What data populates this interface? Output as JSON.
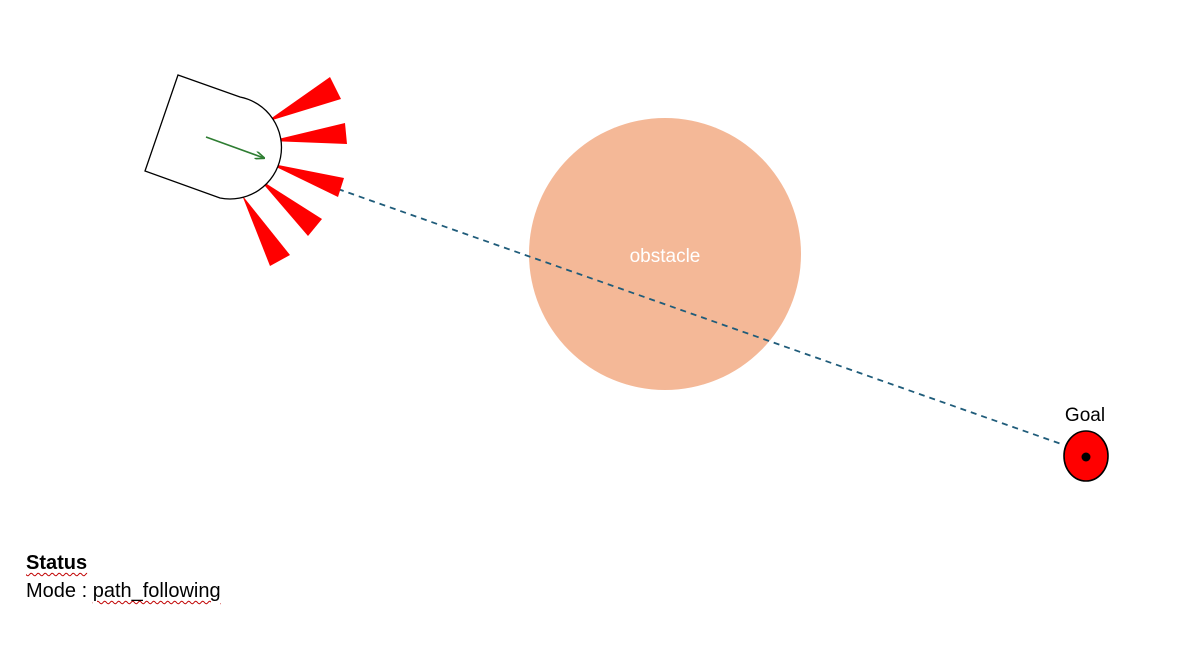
{
  "diagram": {
    "obstacle_label": "obstacle",
    "goal_label": "Goal",
    "colors": {
      "obstacle_fill": "#f4b897",
      "sensor_beam": "#ff0000",
      "path_line": "#1f5c7a",
      "heading_arrow": "#2e7d32",
      "goal_fill": "#ff0000",
      "robot_outline": "#000000"
    },
    "icons": {
      "robot": "robot-body",
      "heading": "heading-arrow-icon",
      "goal": "goal-target-icon"
    }
  },
  "status": {
    "title": "Status",
    "mode_label": "Mode : ",
    "mode_value": "path_following"
  }
}
